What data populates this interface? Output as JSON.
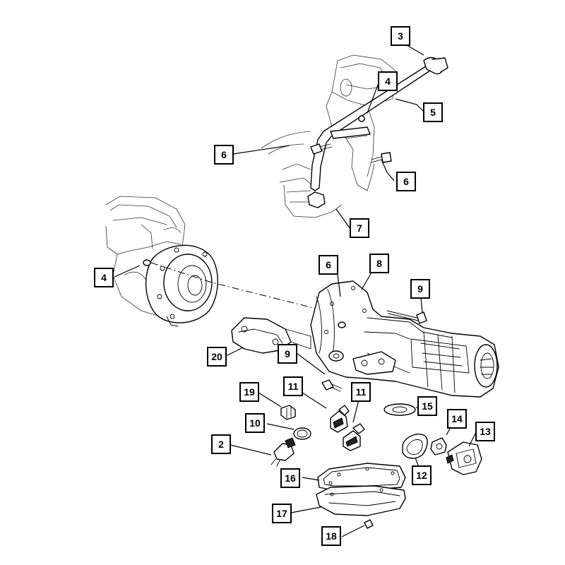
{
  "callouts": [
    {
      "id": "c-3-top",
      "label": "3"
    },
    {
      "id": "c-4-top",
      "label": "4"
    },
    {
      "id": "c-5-top",
      "label": "5"
    },
    {
      "id": "c-6-top-left",
      "label": "6"
    },
    {
      "id": "c-6-top-right",
      "label": "6"
    },
    {
      "id": "c-7-top",
      "label": "7"
    },
    {
      "id": "c-4-mid",
      "label": "4"
    },
    {
      "id": "c-6-mid",
      "label": "6"
    },
    {
      "id": "c-8-mid",
      "label": "8"
    },
    {
      "id": "c-9-right",
      "label": "9"
    },
    {
      "id": "c-20",
      "label": "20"
    },
    {
      "id": "c-9-left",
      "label": "9"
    },
    {
      "id": "c-19",
      "label": "19"
    },
    {
      "id": "c-11-left",
      "label": "11"
    },
    {
      "id": "c-11-right",
      "label": "11"
    },
    {
      "id": "c-15",
      "label": "15"
    },
    {
      "id": "c-14",
      "label": "14"
    },
    {
      "id": "c-13",
      "label": "13"
    },
    {
      "id": "c-10",
      "label": "10"
    },
    {
      "id": "c-2",
      "label": "2"
    },
    {
      "id": "c-12",
      "label": "12"
    },
    {
      "id": "c-16",
      "label": "16"
    },
    {
      "id": "c-17",
      "label": "17"
    },
    {
      "id": "c-18",
      "label": "18"
    }
  ]
}
